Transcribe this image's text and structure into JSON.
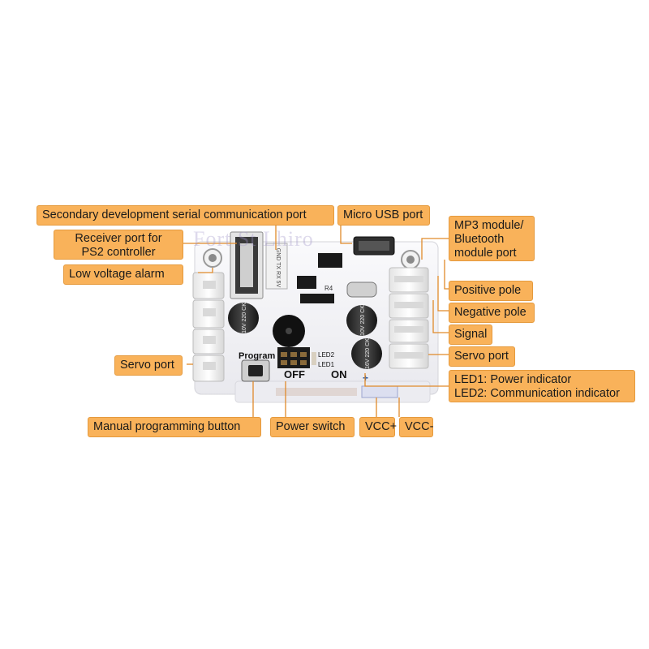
{
  "colors": {
    "callout_fill": "#f9b25a",
    "callout_border": "#e59a3d",
    "leader_line": "#e08a2a",
    "pcb": "#f6f6f8"
  },
  "callouts": {
    "secondary_serial": "Secondary development serial communication port",
    "micro_usb": "Micro USB port",
    "mp3_line1": "MP3 module/",
    "mp3_line2": "Bluetooth",
    "mp3_line3": "module port",
    "ps2_line1": "Receiver port for",
    "ps2_line2": "PS2 controller",
    "low_voltage": "Low voltage alarm",
    "positive_pole": "Positive pole",
    "negative_pole": "Negative pole",
    "signal": "Signal",
    "servo_port_right": "Servo port",
    "servo_port_left": "Servo port",
    "led1": "LED1: Power indicator",
    "led2": "LED2: Communication indicator",
    "manual_prog": "Manual programming button",
    "power_switch": "Power switch",
    "vcc_plus": "VCC+",
    "vcc_minus": "VCC-"
  },
  "board": {
    "program_label": "Program",
    "off_label": "OFF",
    "on_label": "ON",
    "led2_label": "LED2",
    "led1_label": "LED1",
    "r4_label": "R4",
    "plus_label": "+",
    "cap1_label": "10V 220 CK",
    "cap2_label": "10V 220 CK",
    "cap3_label": "16V 220 CK"
  },
  "watermark": "Fort St Lhiro"
}
